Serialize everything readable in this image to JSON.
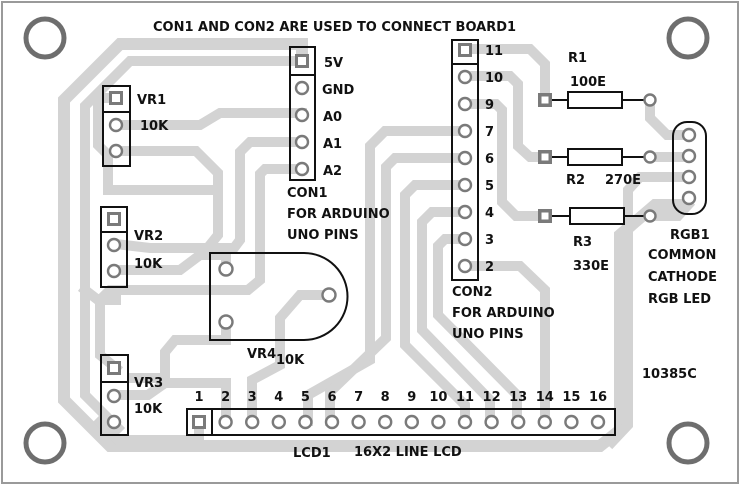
{
  "title": "CON1 AND CON2 ARE USED TO CONNECT BOARD1",
  "board_id": "10385C",
  "colors": {
    "trace": "#d3d3d3",
    "pad_ring": "#7a7a7a",
    "silkscreen": "#111111",
    "mounting_hole": "#6e6e6e",
    "border": "#9a9a9a"
  },
  "components": {
    "vr1": {
      "ref": "VR1",
      "value": "10K"
    },
    "vr2": {
      "ref": "VR2",
      "value": "10K"
    },
    "vr3": {
      "ref": "VR3",
      "value": "10K"
    },
    "vr4": {
      "ref": "VR4",
      "value": "10K"
    },
    "con1": {
      "ref": "CON1",
      "desc_line1": "FOR ARDUINO",
      "desc_line2": "UNO PINS",
      "pins": [
        "5V",
        "GND",
        "A0",
        "A1",
        "A2"
      ]
    },
    "con2": {
      "ref": "CON2",
      "desc_line1": "FOR ARDUINO",
      "desc_line2": "UNO PINS",
      "pins": [
        "11",
        "10",
        "9",
        "7",
        "6",
        "5",
        "4",
        "3",
        "2"
      ]
    },
    "r1": {
      "ref": "R1",
      "value": "100E"
    },
    "r2": {
      "ref": "R2",
      "value": "270E"
    },
    "r3": {
      "ref": "R3",
      "value": "330E"
    },
    "rgb1": {
      "ref": "RGB1",
      "desc_line1": "COMMON",
      "desc_line2": "CATHODE",
      "desc_line3": "RGB LED"
    },
    "lcd1": {
      "ref": "LCD1",
      "desc": "16X2 LINE LCD",
      "pins": [
        "1",
        "2",
        "3",
        "4",
        "5",
        "6",
        "7",
        "8",
        "9",
        "10",
        "11",
        "12",
        "13",
        "14",
        "15",
        "16"
      ]
    }
  }
}
